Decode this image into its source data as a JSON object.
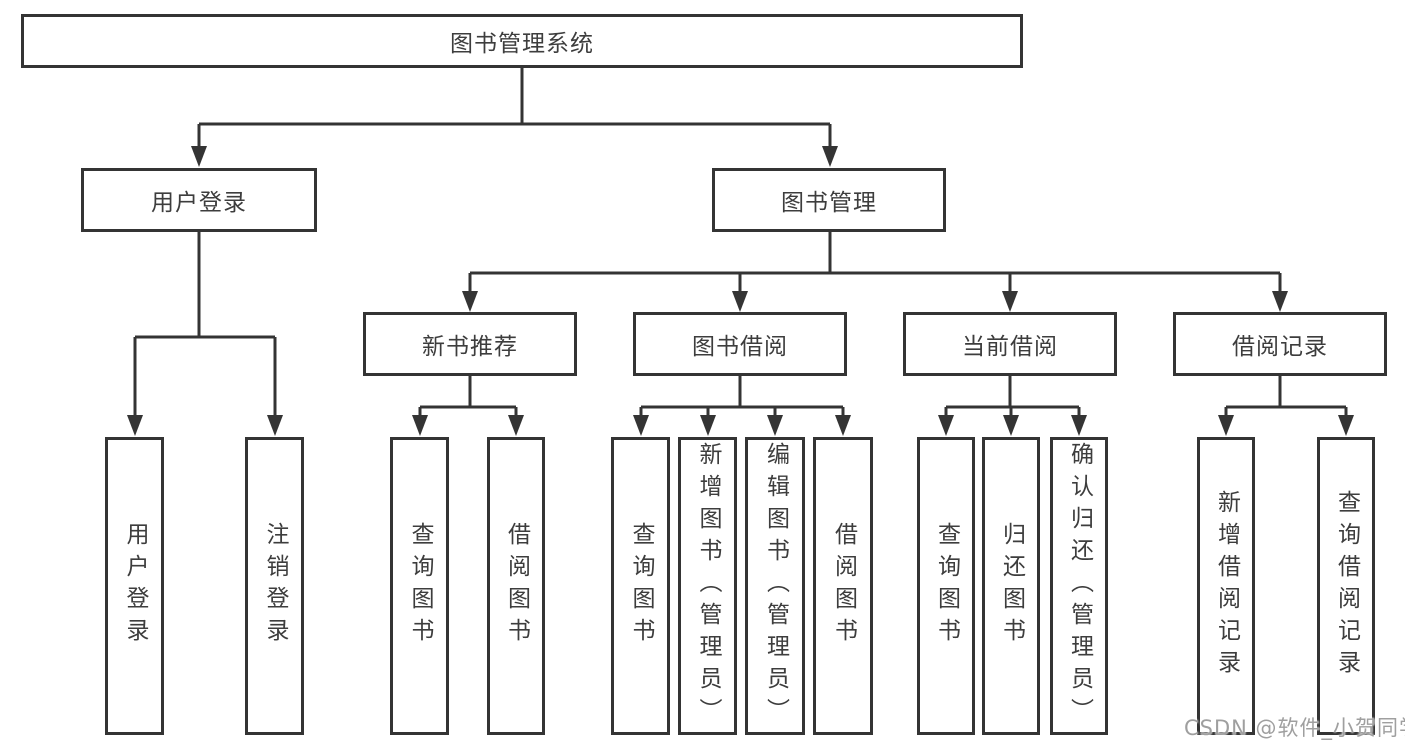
{
  "diagram": {
    "title_node": "图书管理系统",
    "level2": [
      {
        "label": "用户登录"
      },
      {
        "label": "图书管理"
      }
    ],
    "level3": [
      {
        "label": "新书推荐"
      },
      {
        "label": "图书借阅"
      },
      {
        "label": "当前借阅"
      },
      {
        "label": "借阅记录"
      }
    ],
    "leaves": {
      "user_login": [
        "用户登录",
        "注销登录"
      ],
      "new_book": [
        "查询图书",
        "借阅图书"
      ],
      "book_borrow": [
        "查询图书",
        "新增图书（管理员）",
        "编辑图书（管理员）",
        "借阅图书"
      ],
      "current_borrow": [
        "查询图书",
        "归还图书",
        "确认归还（管理员）"
      ],
      "borrow_record": [
        "新增借阅记录",
        "查询借阅记录"
      ]
    }
  },
  "watermark": "CSDN @软件_小贺同学",
  "colors": {
    "line": "#343434",
    "text": "#3d3d3d",
    "background": "#ffffff",
    "watermark": "#9f9f9f"
  }
}
